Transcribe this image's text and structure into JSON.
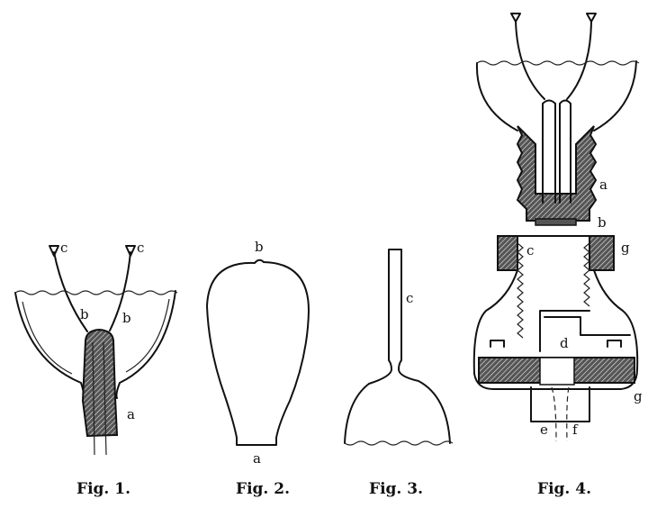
{
  "figures": [
    {
      "caption": "Fig. 1.",
      "labels": {
        "c_left": "c",
        "c_right": "c",
        "b_left": "b",
        "b_right": "b",
        "a": "a"
      }
    },
    {
      "caption": "Fig. 2.",
      "labels": {
        "b": "b",
        "a": "a"
      }
    },
    {
      "caption": "Fig. 3.",
      "labels": {
        "c": "c"
      }
    },
    {
      "caption": "Fig. 4.",
      "labels": {
        "a": "a",
        "b": "b",
        "g_top": "g",
        "c": "c",
        "d": "d",
        "g_bottom": "g",
        "e": "e",
        "f": "f"
      }
    }
  ]
}
